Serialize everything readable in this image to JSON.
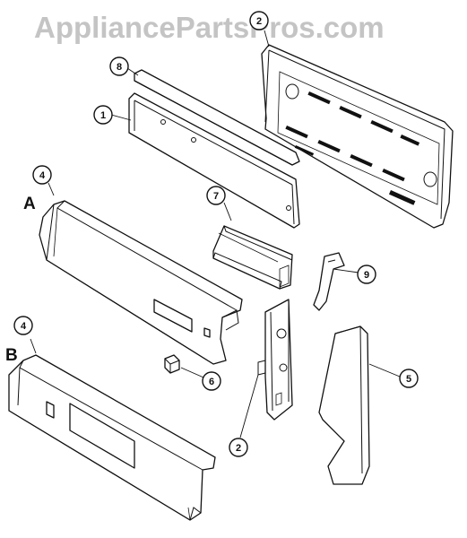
{
  "watermark": "AppliancePartsPros.com",
  "variant_labels": {
    "a": "A",
    "b": "B"
  },
  "callouts": {
    "c1": "1",
    "c2_top": "2",
    "c2_bottom": "2",
    "c4_a": "4",
    "c4_b": "4",
    "c5": "5",
    "c6": "6",
    "c7": "7",
    "c8": "8",
    "c9": "9"
  }
}
